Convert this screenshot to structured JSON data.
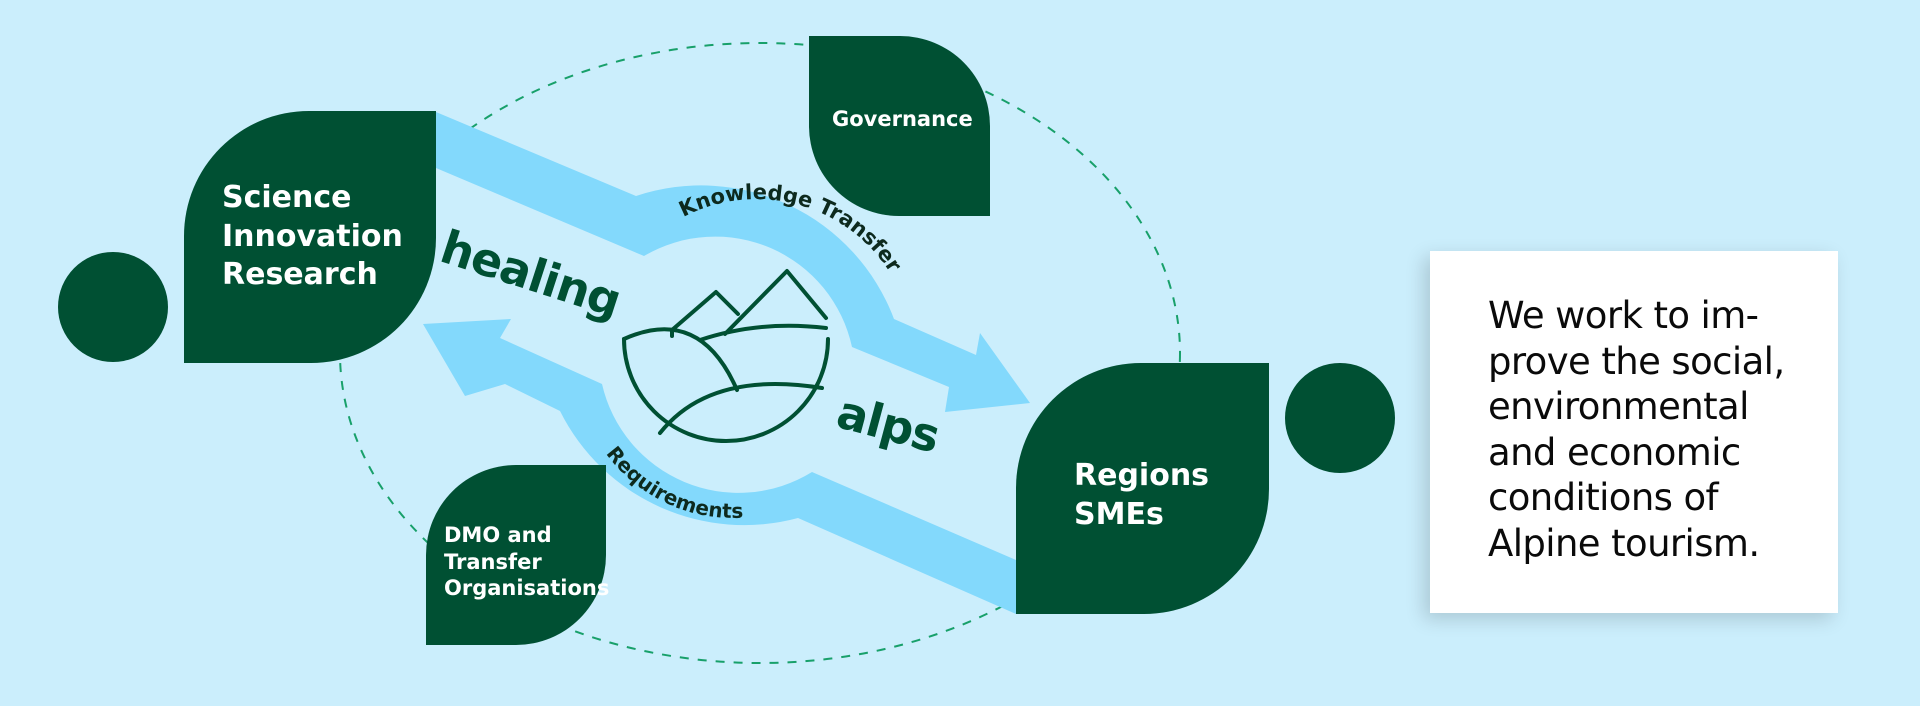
{
  "colors": {
    "background": "#cbeefc",
    "node_fill": "#005033",
    "arrow_fill": "#83d9fc",
    "dashed_orbit": "#18a06a",
    "card_fill": "#ffffff"
  },
  "nodes": {
    "science": "Science\nInnovation\nResearch",
    "governance": "Governance",
    "dmo": "DMO and\nTransfer\nOrganisations",
    "regions": "Regions\nSMEs"
  },
  "arrows": {
    "top_label": "Knowledge Transfer",
    "bottom_label": "Requirements"
  },
  "logo": {
    "left_word": "healing",
    "right_word": "alps",
    "emblem": "mountains-hills-emblem-icon"
  },
  "statement": "We work to im-\nprove the social,\nenvironmental\nand economic\nconditions of\nAlpine tourism."
}
